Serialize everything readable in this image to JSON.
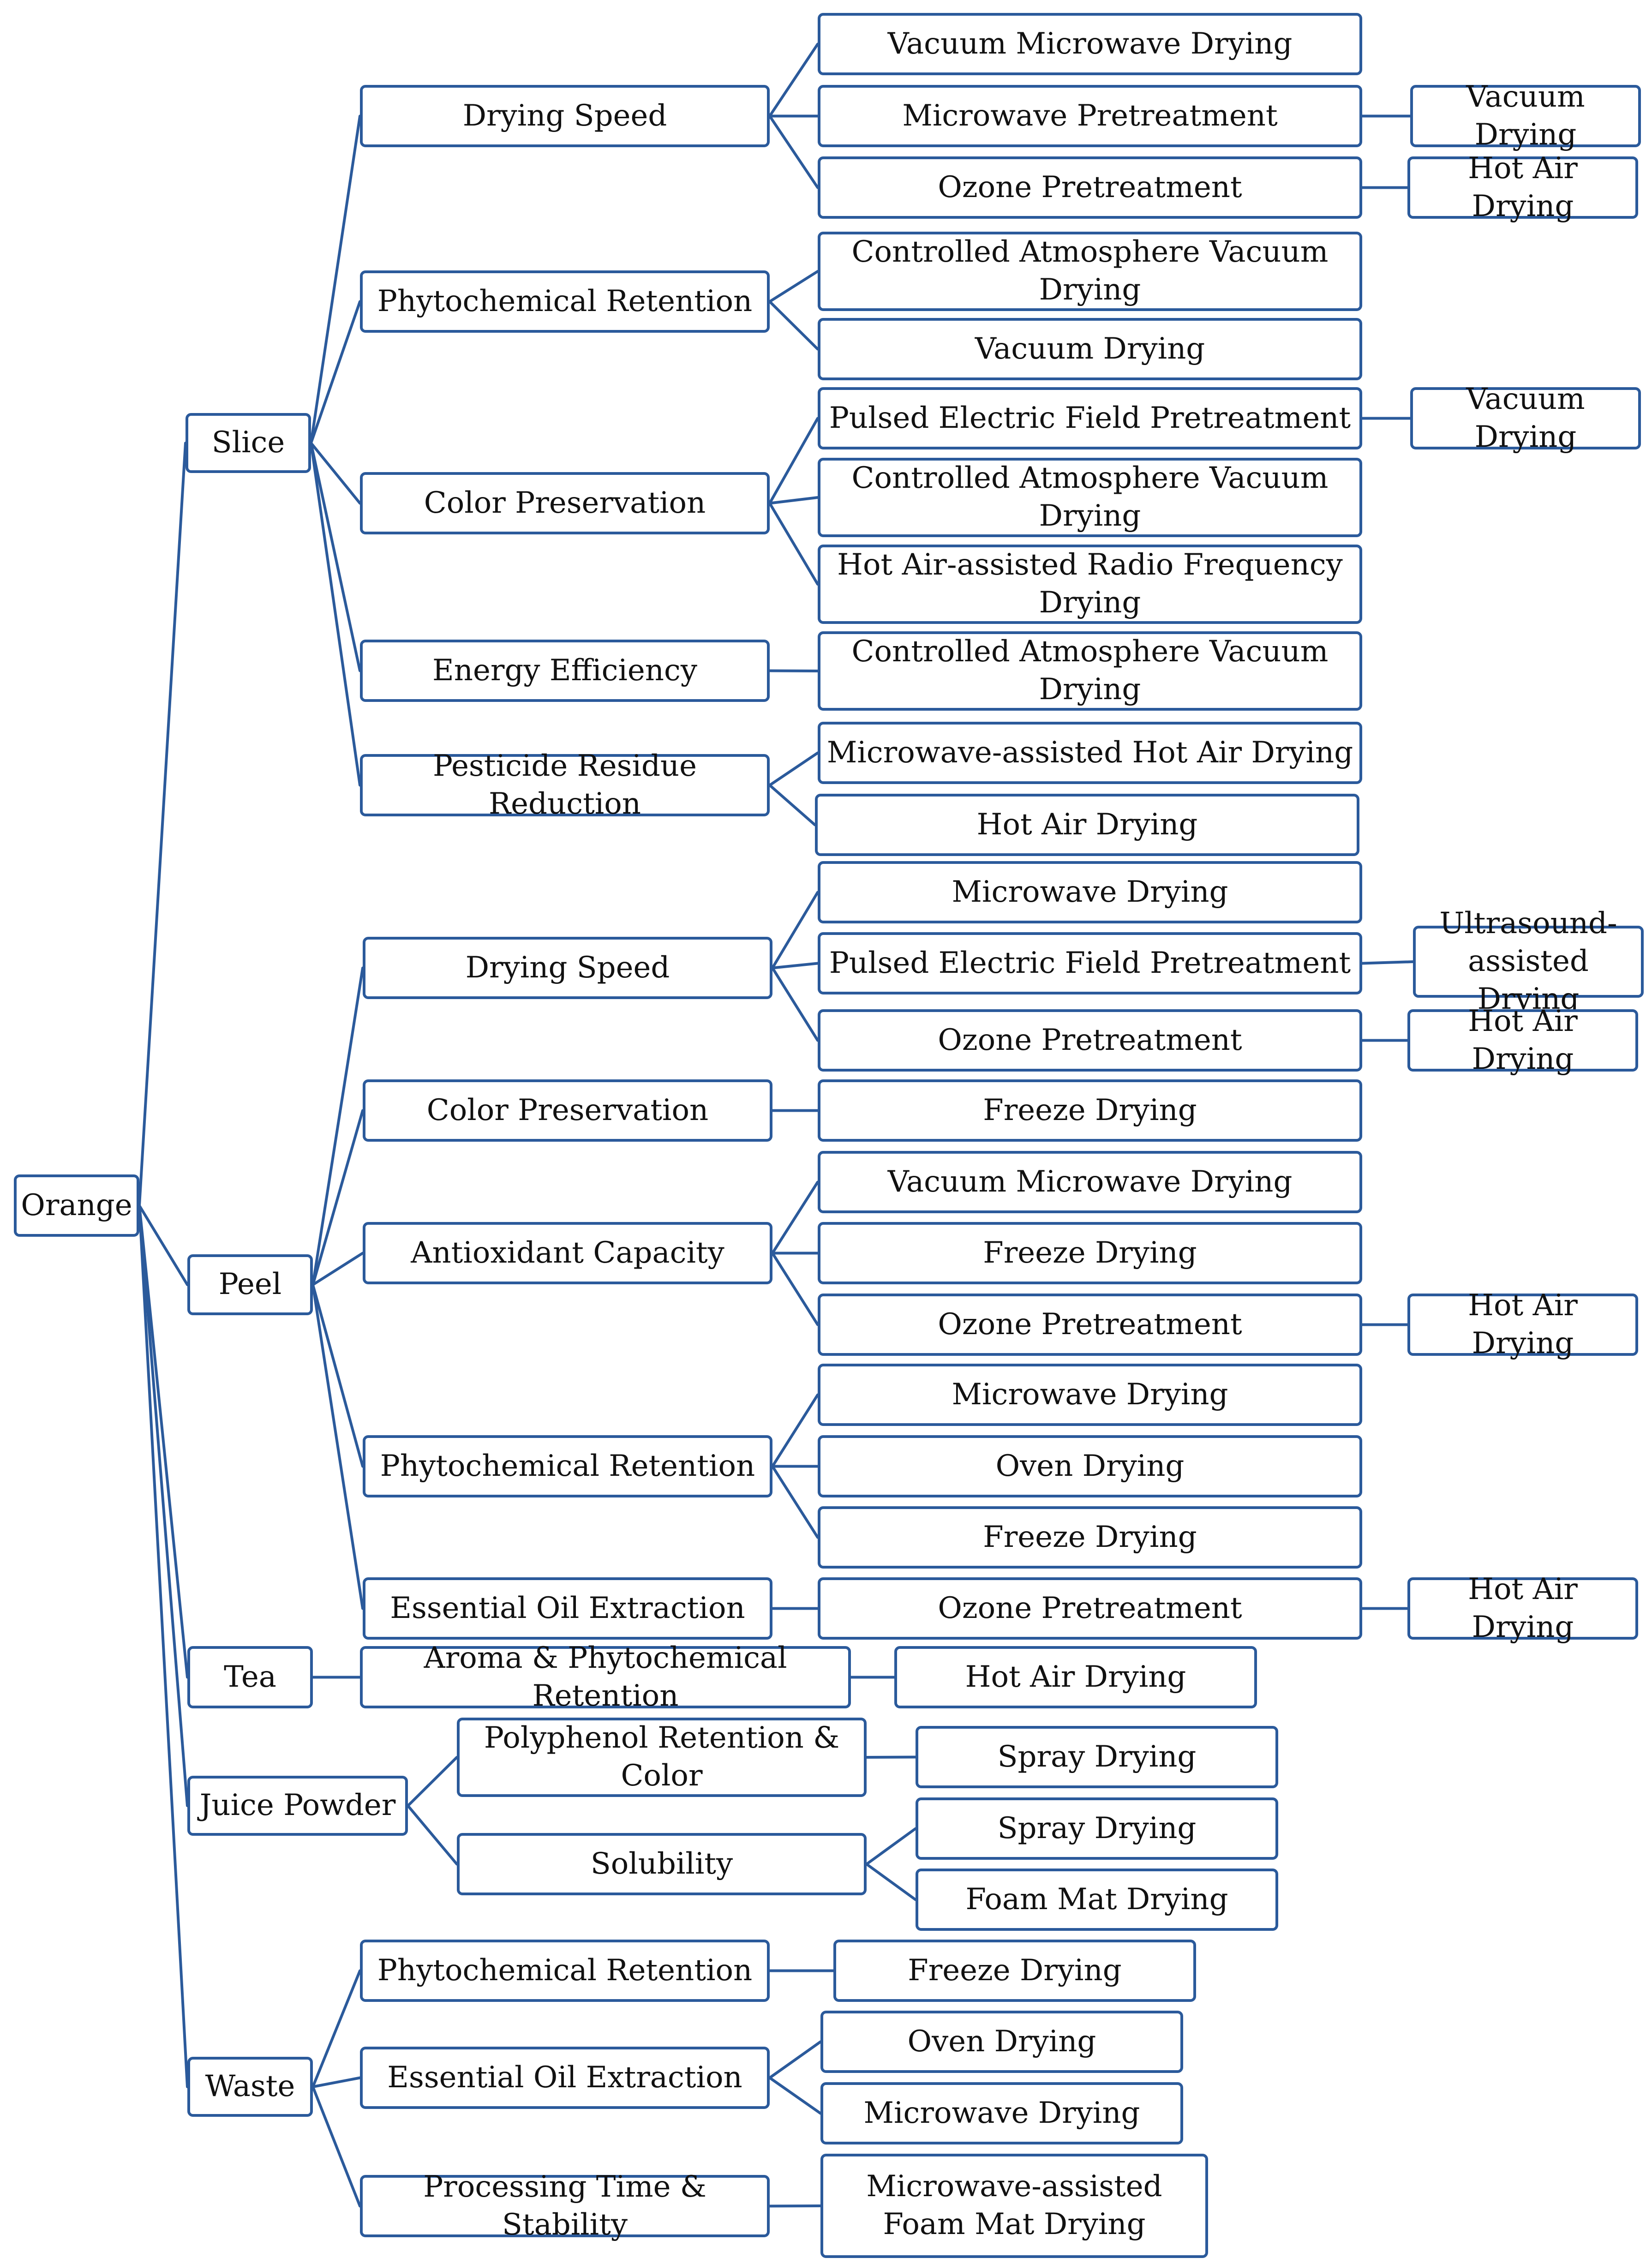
{
  "diagram": {
    "line_color": "#2b5a9b",
    "nodes": [
      {
        "id": "orange",
        "label": "Orange"
      },
      {
        "id": "slice",
        "label": "Slice"
      },
      {
        "id": "peel",
        "label": "Peel"
      },
      {
        "id": "tea",
        "label": "Tea"
      },
      {
        "id": "juice",
        "label": "Juice Powder"
      },
      {
        "id": "waste",
        "label": "Waste"
      },
      {
        "id": "s_speed",
        "label": "Drying Speed"
      },
      {
        "id": "s_phyto",
        "label": "Phytochemical Retention"
      },
      {
        "id": "s_color",
        "label": "Color Preservation"
      },
      {
        "id": "s_energy",
        "label": "Energy Efficiency"
      },
      {
        "id": "s_pest",
        "label": "Pesticide Residue Reduction"
      },
      {
        "id": "s_speed_vmd",
        "label": "Vacuum Microwave Drying"
      },
      {
        "id": "s_speed_mp",
        "label": "Microwave Pretreatment"
      },
      {
        "id": "s_speed_mp_vd",
        "label": "Vacuum Drying"
      },
      {
        "id": "s_speed_oz",
        "label": "Ozone Pretreatment"
      },
      {
        "id": "s_speed_oz_had",
        "label": "Hot Air Drying"
      },
      {
        "id": "s_phyto_cavd",
        "label": "Controlled Atmosphere Vacuum Drying"
      },
      {
        "id": "s_phyto_vd",
        "label": "Vacuum Drying"
      },
      {
        "id": "s_color_pef",
        "label": "Pulsed Electric Field Pretreatment"
      },
      {
        "id": "s_color_pef_vd",
        "label": "Vacuum Drying"
      },
      {
        "id": "s_color_cavd",
        "label": "Controlled Atmosphere Vacuum Drying"
      },
      {
        "id": "s_color_harf",
        "label": "Hot Air-assisted Radio Frequency Drying"
      },
      {
        "id": "s_energy_cavd",
        "label": "Controlled Atmosphere Vacuum Drying"
      },
      {
        "id": "s_pest_mhad",
        "label": "Microwave-assisted Hot Air Drying"
      },
      {
        "id": "s_pest_had",
        "label": "Hot Air Drying"
      },
      {
        "id": "p_speed",
        "label": "Drying Speed"
      },
      {
        "id": "p_color",
        "label": "Color Preservation"
      },
      {
        "id": "p_antiox",
        "label": "Antioxidant Capacity"
      },
      {
        "id": "p_phyto",
        "label": "Phytochemical Retention"
      },
      {
        "id": "p_oil",
        "label": "Essential Oil Extraction"
      },
      {
        "id": "p_speed_md",
        "label": "Microwave Drying"
      },
      {
        "id": "p_speed_pef",
        "label": "Pulsed Electric Field Pretreatment"
      },
      {
        "id": "p_speed_pef_ud",
        "label": "Ultrasound-assisted Drying"
      },
      {
        "id": "p_speed_oz",
        "label": "Ozone Pretreatment"
      },
      {
        "id": "p_speed_oz_had",
        "label": "Hot Air Drying"
      },
      {
        "id": "p_color_fd",
        "label": "Freeze Drying"
      },
      {
        "id": "p_antiox_vmd",
        "label": "Vacuum Microwave Drying"
      },
      {
        "id": "p_antiox_fd",
        "label": "Freeze Drying"
      },
      {
        "id": "p_antiox_oz",
        "label": "Ozone Pretreatment"
      },
      {
        "id": "p_antiox_oz_had",
        "label": "Hot Air Drying"
      },
      {
        "id": "p_phyto_md",
        "label": "Microwave Drying"
      },
      {
        "id": "p_phyto_od",
        "label": "Oven Drying"
      },
      {
        "id": "p_phyto_fd",
        "label": "Freeze Drying"
      },
      {
        "id": "p_oil_oz",
        "label": "Ozone Pretreatment"
      },
      {
        "id": "p_oil_oz_had",
        "label": "Hot Air Drying"
      },
      {
        "id": "t_aroma",
        "label": "Aroma & Phytochemical Retention"
      },
      {
        "id": "t_aroma_had",
        "label": "Hot Air Drying"
      },
      {
        "id": "j_poly",
        "label": "Polyphenol Retention & Color"
      },
      {
        "id": "j_sol",
        "label": "Solubility"
      },
      {
        "id": "j_poly_sd",
        "label": "Spray Drying"
      },
      {
        "id": "j_sol_sd",
        "label": "Spray Drying"
      },
      {
        "id": "j_sol_fmd",
        "label": "Foam Mat Drying"
      },
      {
        "id": "w_phyto",
        "label": "Phytochemical Retention"
      },
      {
        "id": "w_oil",
        "label": "Essential Oil Extraction"
      },
      {
        "id": "w_time",
        "label": "Processing Time & Stability"
      },
      {
        "id": "w_phyto_fd",
        "label": "Freeze Drying"
      },
      {
        "id": "w_oil_od",
        "label": "Oven Drying"
      },
      {
        "id": "w_oil_md",
        "label": "Microwave Drying"
      },
      {
        "id": "w_time_mfmd",
        "label": "Microwave-assisted Foam Mat Drying"
      }
    ],
    "edges": [
      [
        "orange",
        "slice"
      ],
      [
        "orange",
        "peel"
      ],
      [
        "orange",
        "tea"
      ],
      [
        "orange",
        "juice"
      ],
      [
        "orange",
        "waste"
      ],
      [
        "slice",
        "s_speed"
      ],
      [
        "slice",
        "s_phyto"
      ],
      [
        "slice",
        "s_color"
      ],
      [
        "slice",
        "s_energy"
      ],
      [
        "slice",
        "s_pest"
      ],
      [
        "s_speed",
        "s_speed_vmd"
      ],
      [
        "s_speed",
        "s_speed_mp"
      ],
      [
        "s_speed",
        "s_speed_oz"
      ],
      [
        "s_speed_mp",
        "s_speed_mp_vd"
      ],
      [
        "s_speed_oz",
        "s_speed_oz_had"
      ],
      [
        "s_phyto",
        "s_phyto_cavd"
      ],
      [
        "s_phyto",
        "s_phyto_vd"
      ],
      [
        "s_color",
        "s_color_pef"
      ],
      [
        "s_color",
        "s_color_cavd"
      ],
      [
        "s_color",
        "s_color_harf"
      ],
      [
        "s_color_pef",
        "s_color_pef_vd"
      ],
      [
        "s_energy",
        "s_energy_cavd"
      ],
      [
        "s_pest",
        "s_pest_mhad"
      ],
      [
        "s_pest",
        "s_pest_had"
      ],
      [
        "peel",
        "p_speed"
      ],
      [
        "peel",
        "p_color"
      ],
      [
        "peel",
        "p_antiox"
      ],
      [
        "peel",
        "p_phyto"
      ],
      [
        "peel",
        "p_oil"
      ],
      [
        "p_speed",
        "p_speed_md"
      ],
      [
        "p_speed",
        "p_speed_pef"
      ],
      [
        "p_speed",
        "p_speed_oz"
      ],
      [
        "p_speed_pef",
        "p_speed_pef_ud"
      ],
      [
        "p_speed_oz",
        "p_speed_oz_had"
      ],
      [
        "p_color",
        "p_color_fd"
      ],
      [
        "p_antiox",
        "p_antiox_vmd"
      ],
      [
        "p_antiox",
        "p_antiox_fd"
      ],
      [
        "p_antiox",
        "p_antiox_oz"
      ],
      [
        "p_antiox_oz",
        "p_antiox_oz_had"
      ],
      [
        "p_phyto",
        "p_phyto_md"
      ],
      [
        "p_phyto",
        "p_phyto_od"
      ],
      [
        "p_phyto",
        "p_phyto_fd"
      ],
      [
        "p_oil",
        "p_oil_oz"
      ],
      [
        "p_oil_oz",
        "p_oil_oz_had"
      ],
      [
        "tea",
        "t_aroma"
      ],
      [
        "t_aroma",
        "t_aroma_had"
      ],
      [
        "juice",
        "j_poly"
      ],
      [
        "juice",
        "j_sol"
      ],
      [
        "j_poly",
        "j_poly_sd"
      ],
      [
        "j_sol",
        "j_sol_sd"
      ],
      [
        "j_sol",
        "j_sol_fmd"
      ],
      [
        "waste",
        "w_phyto"
      ],
      [
        "waste",
        "w_oil"
      ],
      [
        "waste",
        "w_time"
      ],
      [
        "w_phyto",
        "w_phyto_fd"
      ],
      [
        "w_oil",
        "w_oil_od"
      ],
      [
        "w_oil",
        "w_oil_md"
      ],
      [
        "w_time",
        "w_time_mfmd"
      ]
    ]
  }
}
